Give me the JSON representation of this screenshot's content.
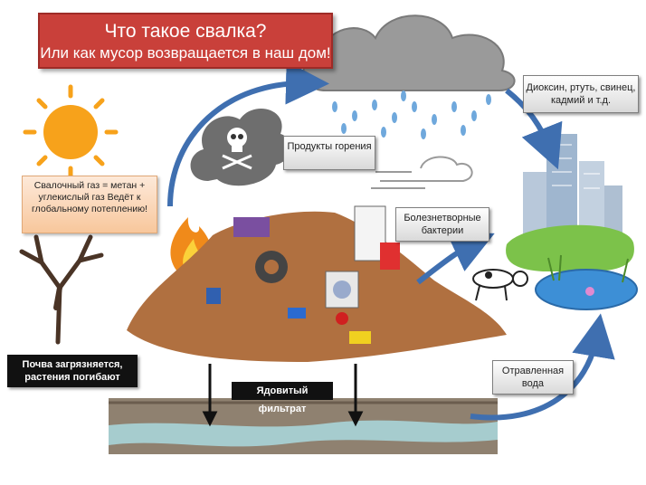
{
  "title": {
    "line1": "Что такое свалка?",
    "line2": "Или как мусор возвращается в наш дом!"
  },
  "labels": {
    "combustion_products": "Продукты горения",
    "toxins": "Диоксин, ртуть, свинец, кадмий и т.д.",
    "landfill_gas": "Свалочный газ = метан + углекислый газ Ведёт к глобальному потеплению!",
    "bacteria": "Болезнетворные бактерии",
    "soil": "Почва загрязняется, растения погибают",
    "toxic_filtrate": "Ядовитый фильтрат",
    "poisoned_water": "Отравленная вода"
  },
  "colors": {
    "title_bg": "#c9403a",
    "arrow": "#3f6fb0",
    "sun": "#f7a21b",
    "cloud": "#9a9a9a",
    "rain": "#6fa8dc",
    "pond": "#3d8fd6",
    "trash": "#b07040",
    "ground": "#8a7a66",
    "water_layer": "#a8d4d8"
  },
  "icons": [
    "sun-icon",
    "rain-cloud-icon",
    "skull-smoke-icon",
    "wind-icon",
    "fire-icon",
    "dead-tree-icon",
    "city-icon",
    "pond-icon",
    "dog-icon",
    "trash-heap-icon"
  ]
}
